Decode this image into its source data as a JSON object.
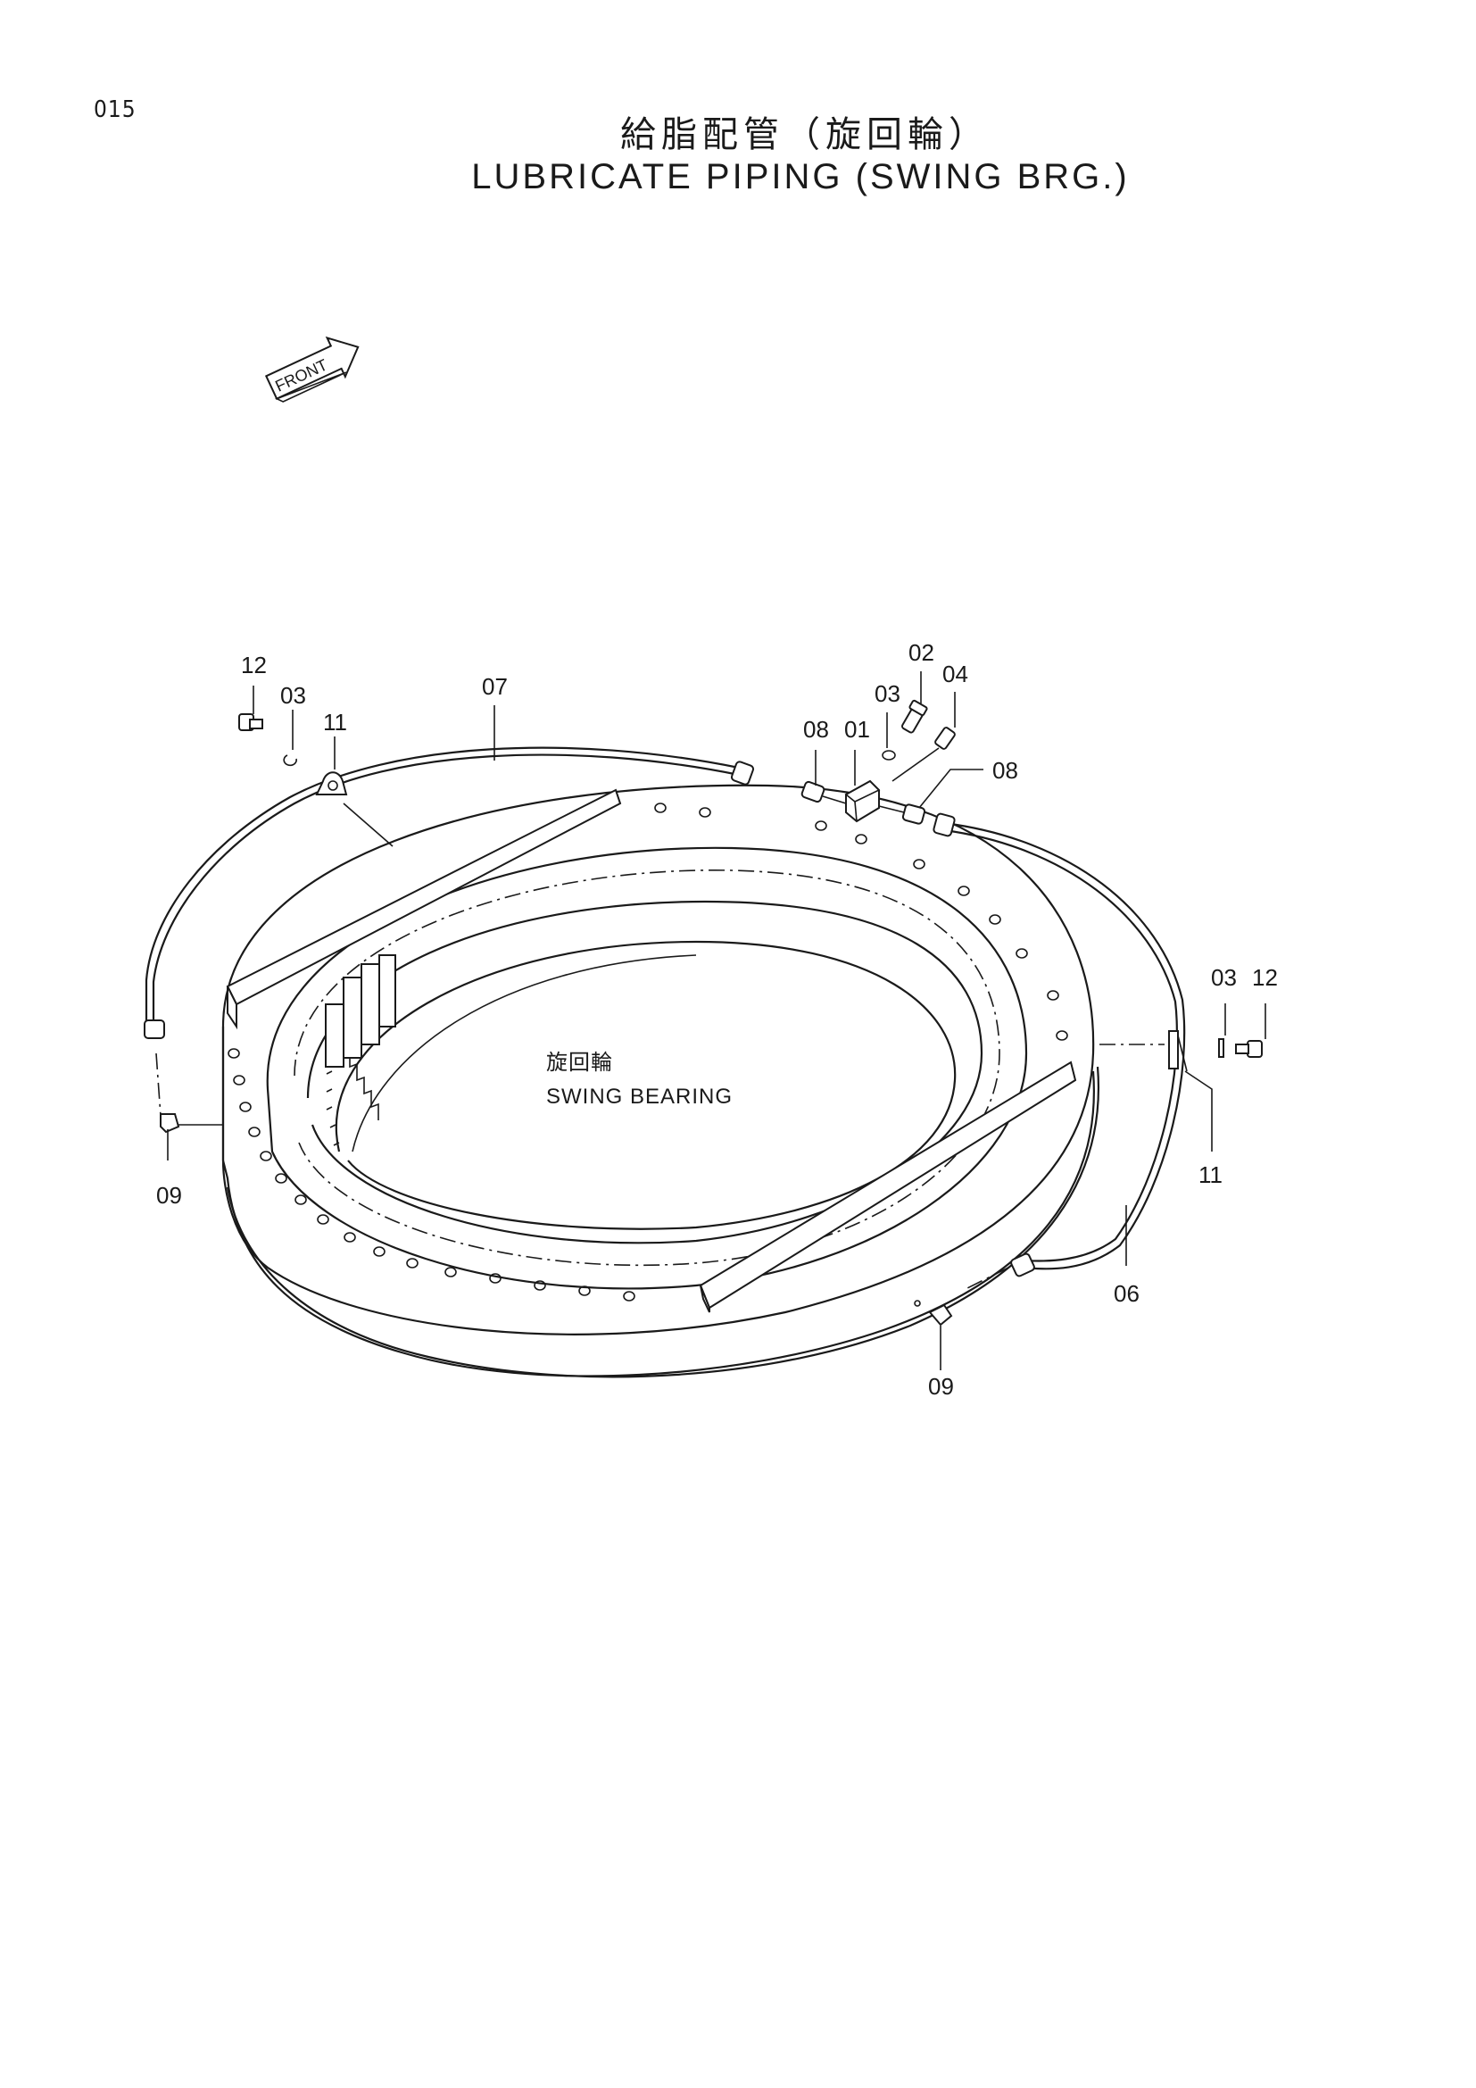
{
  "page_number": "015",
  "title": {
    "japanese": "給脂配管（旋回輪）",
    "english": "LUBRICATE PIPING (SWING BRG.)"
  },
  "front_marker": "FRONT",
  "center_label": {
    "japanese": "旋回輪",
    "english": "SWING BEARING"
  },
  "callouts": {
    "c01": "01",
    "c02": "02",
    "c03a": "03",
    "c03b": "03",
    "c03c": "03",
    "c04": "04",
    "c06": "06",
    "c07": "07",
    "c08a": "08",
    "c08b": "08",
    "c09a": "09",
    "c09b": "09",
    "c11a": "11",
    "c11b": "11",
    "c12a": "12",
    "c12b": "12"
  }
}
